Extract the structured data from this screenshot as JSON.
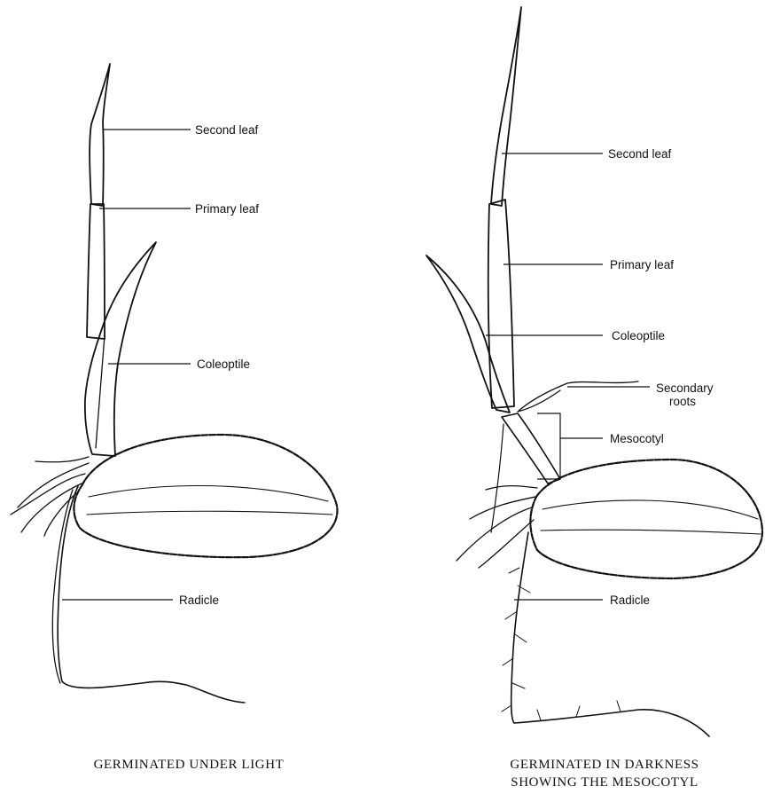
{
  "panels": [
    {
      "labels": {
        "second_leaf": "Second leaf",
        "primary_leaf": "Primary leaf",
        "coleoptile": "Coleoptile",
        "radicle": "Radicle"
      },
      "caption": "GERMINATED UNDER LIGHT"
    },
    {
      "labels": {
        "second_leaf": "Second leaf",
        "primary_leaf": "Primary leaf",
        "coleoptile": "Coleoptile",
        "secondary_roots_line1": "Secondary",
        "secondary_roots_line2": "roots",
        "mesocotyl": "Mesocotyl",
        "radicle": "Radicle"
      },
      "caption_line1": "GERMINATED IN DARKNESS",
      "caption_line2": "SHOWING THE MESOCOTYL"
    }
  ]
}
